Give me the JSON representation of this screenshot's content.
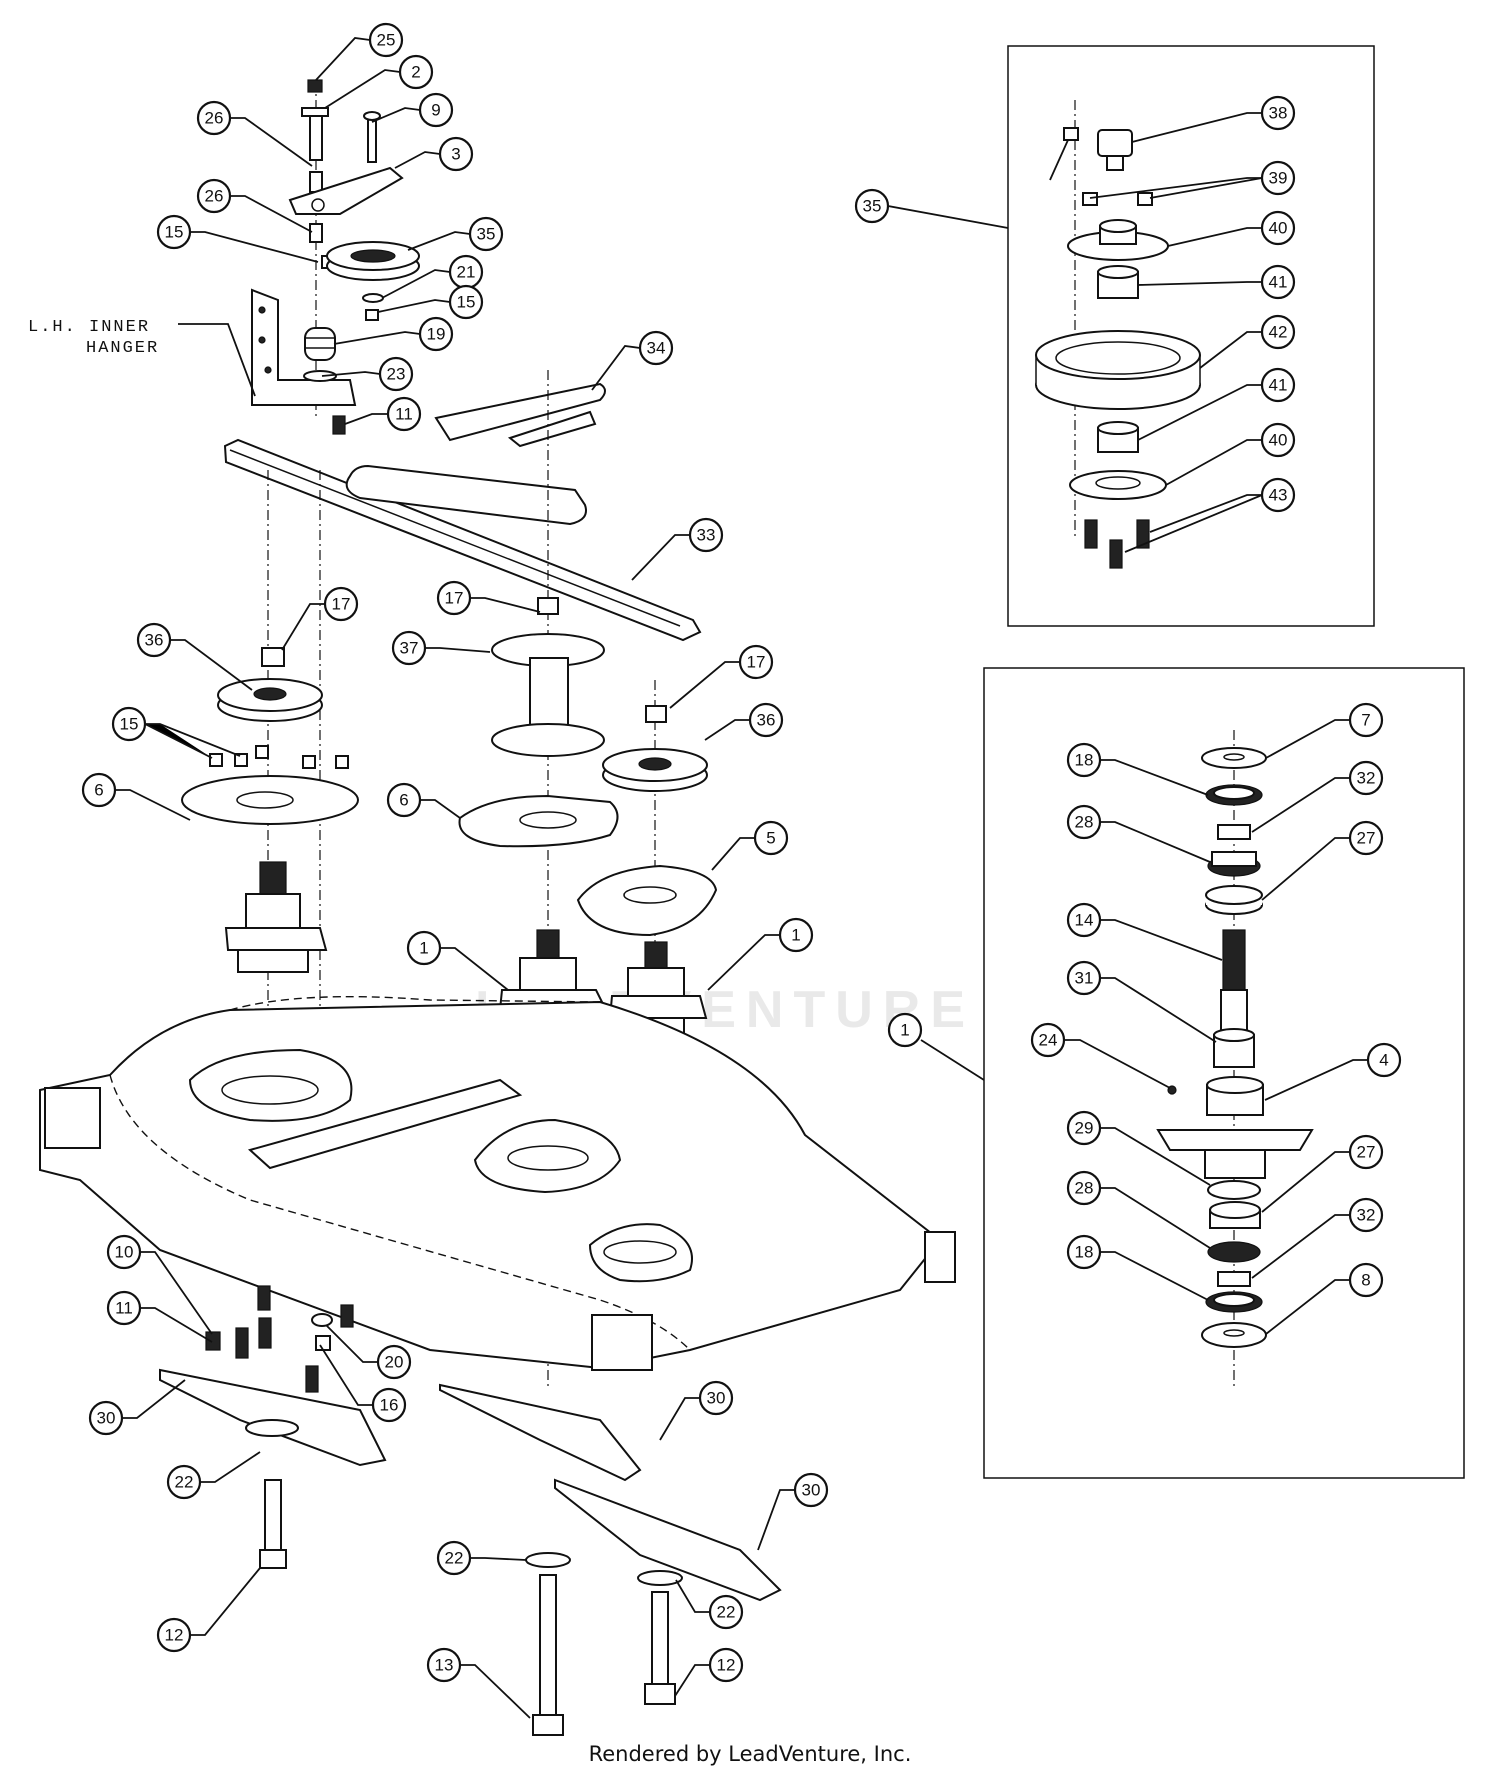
{
  "hanger_label_line1": "L.H. INNER",
  "hanger_label_line2": "HANGER",
  "watermark": "LEADVENTURE",
  "footer": "Rendered by LeadVenture, Inc.",
  "callouts": {
    "c25": "25",
    "c2": "2",
    "c9": "9",
    "c26a": "26",
    "c3": "3",
    "c26b": "26",
    "c35top": "35",
    "c15a": "15",
    "c21": "21",
    "c15b": "15",
    "c19": "19",
    "c23": "23",
    "c11a": "11",
    "c34": "34",
    "c33": "33",
    "c17a": "17",
    "c36a": "36",
    "c17b": "17",
    "c37": "37",
    "c17c": "17",
    "c15c": "15",
    "c36b": "36",
    "c6a": "6",
    "c6b": "6",
    "c5": "5",
    "c1a": "1",
    "c1b": "1",
    "c10": "10",
    "c11b": "11",
    "c20": "20",
    "c16": "16",
    "c30a": "30",
    "c30b": "30",
    "c30c": "30",
    "c22a": "22",
    "c22b": "22",
    "c22c": "22",
    "c12a": "12",
    "c12b": "12",
    "c13": "13",
    "c35box": "35",
    "c38": "38",
    "c39": "39",
    "c40a": "40",
    "c41a": "41",
    "c42": "42",
    "c41b": "41",
    "c40b": "40",
    "c43": "43",
    "c1box": "1",
    "c7": "7",
    "c18a": "18",
    "c32a": "32",
    "c28a": "28",
    "c27a": "27",
    "c14": "14",
    "c31": "31",
    "c24": "24",
    "c4": "4",
    "c29": "29",
    "c27b": "27",
    "c28b": "28",
    "c32b": "32",
    "c18b": "18",
    "c8": "8"
  }
}
